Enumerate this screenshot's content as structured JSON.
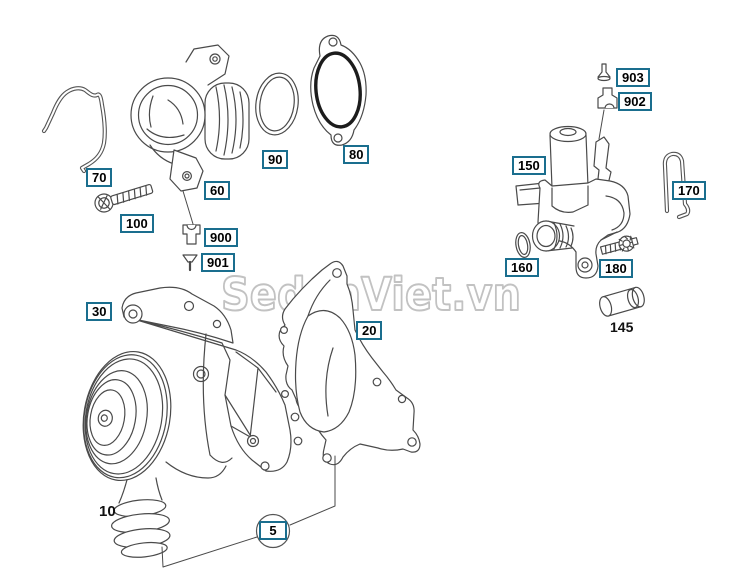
{
  "watermark": "SedanViet.vn",
  "labels": {
    "l70": "70",
    "l60": "60",
    "l90": "90",
    "l80": "80",
    "l100": "100",
    "l900": "900",
    "l901": "901",
    "l30": "30",
    "l20": "20",
    "l10": "10",
    "l5": "5",
    "l145": "145",
    "l150": "150",
    "l903": "903",
    "l902": "902",
    "l170": "170",
    "l160": "160",
    "l180": "180"
  },
  "colors": {
    "label_border": "#1a6e8e",
    "line_art": "#4a4a4a",
    "watermark_outline": "#bcbcbc"
  }
}
